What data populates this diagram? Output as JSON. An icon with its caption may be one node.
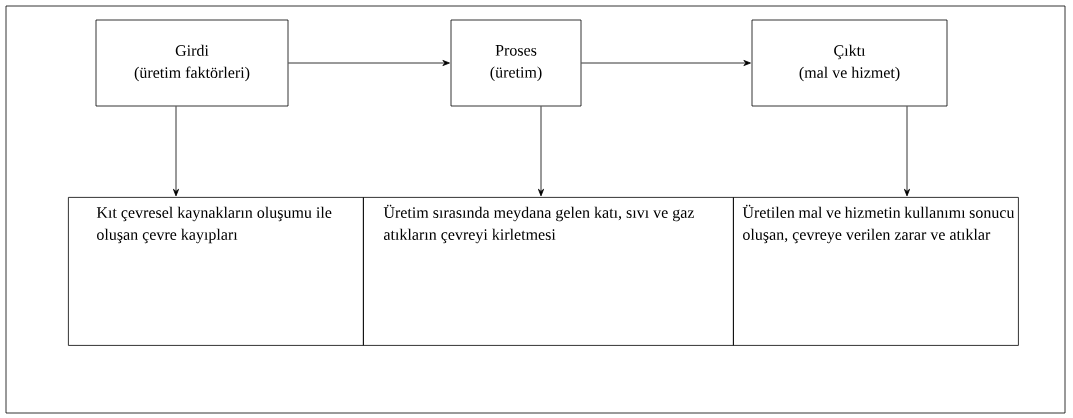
{
  "diagram": {
    "nodes": [
      {
        "text": [
          "Girdi",
          "(üretim faktörleri)"
        ]
      },
      {
        "text": [
          "Proses",
          "(üretim)"
        ]
      },
      {
        "text": [
          "Çıktı",
          "(mal ve hizmet)"
        ]
      },
      {
        "text": [
          "Kıt çevresel kaynakların oluşumu ile oluşan çevre kayıpları"
        ]
      },
      {
        "text": [
          "Üretim sırasında meydana gelen katı, sıvı ve gaz atıkların çevreyi kirletmesi"
        ]
      },
      {
        "text": [
          "Üretilen mal ve hizmetin kullanımı sonucu oluşan, çevreye verilen zarar ve atıklar"
        ]
      }
    ],
    "edges": [
      {
        "from": 0,
        "to": 1,
        "arrow": "to"
      },
      {
        "from": 1,
        "to": 2,
        "arrow": "to"
      },
      {
        "from": 0,
        "to": 3,
        "arrow": "to"
      },
      {
        "from": 1,
        "to": 4,
        "arrow": "to"
      },
      {
        "from": 2,
        "to": 5,
        "arrow": "to"
      }
    ]
  }
}
